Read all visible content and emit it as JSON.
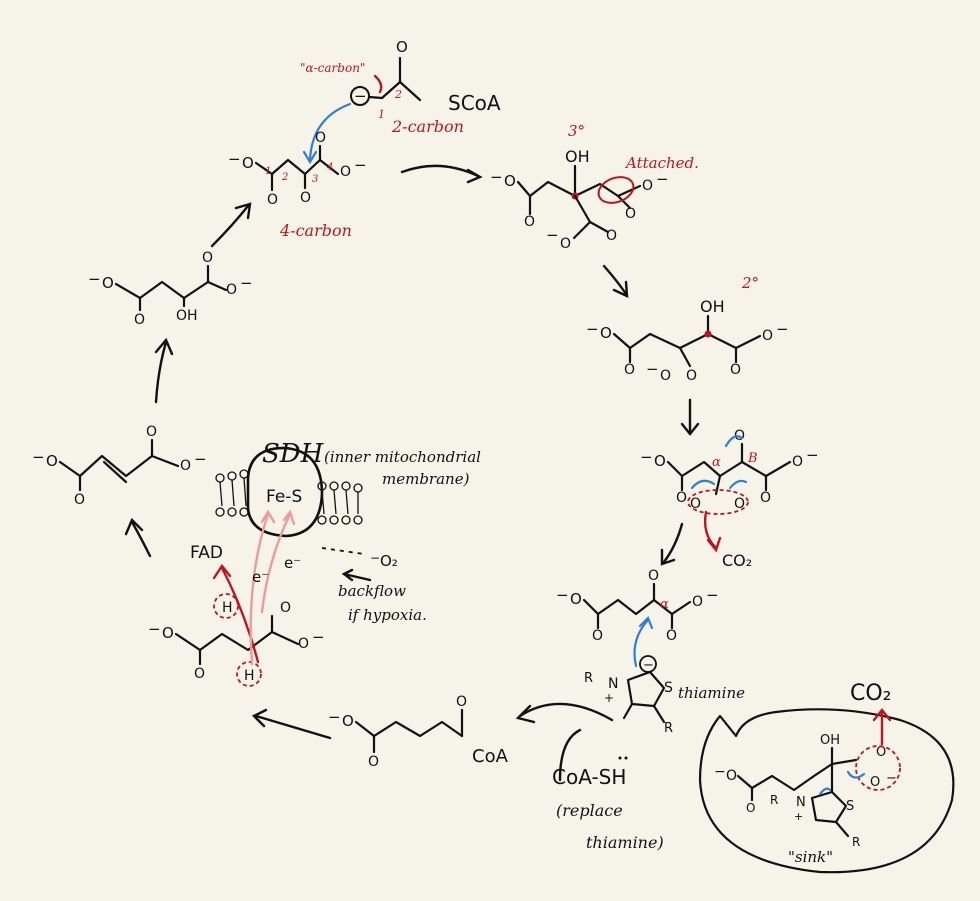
{
  "labels": {
    "alpha_carbon": "\"α-carbon\"",
    "num1": "1",
    "num2": "2",
    "num3": "3",
    "num4": "4",
    "scoa": "SCoA",
    "two_carbon": "2-carbon",
    "four_carbon": "4-carbon",
    "tertiary": "3°",
    "secondary": "2°",
    "attached": "Attached.",
    "oh": "OH",
    "o": "O",
    "alpha": "α",
    "beta": "B",
    "co2": "CO₂",
    "thiamine": "thiamine",
    "coa_sh": "CoA-SH",
    "replace": "(replace",
    "replace2": "thiamine)",
    "coa": "CoA",
    "sink": "\"sink\"",
    "sdh": "SDH",
    "inner_membrane": "(inner mitochondrial",
    "membrane": "membrane)",
    "fes": "Fe-S",
    "fad": "FAD",
    "e_minus": "e⁻",
    "o2": "O₂",
    "backflow": "backflow",
    "if_hypoxia": "if hypoxia.",
    "h": "H",
    "r": "R",
    "n": "N",
    "s": "S",
    "minus": "−",
    "plus": "+"
  },
  "colors": {
    "background": "#f6f4e8",
    "ink": "#111111",
    "red": "#c0141c",
    "pink": "#ef9a9a",
    "blue": "#2f7fd6"
  }
}
